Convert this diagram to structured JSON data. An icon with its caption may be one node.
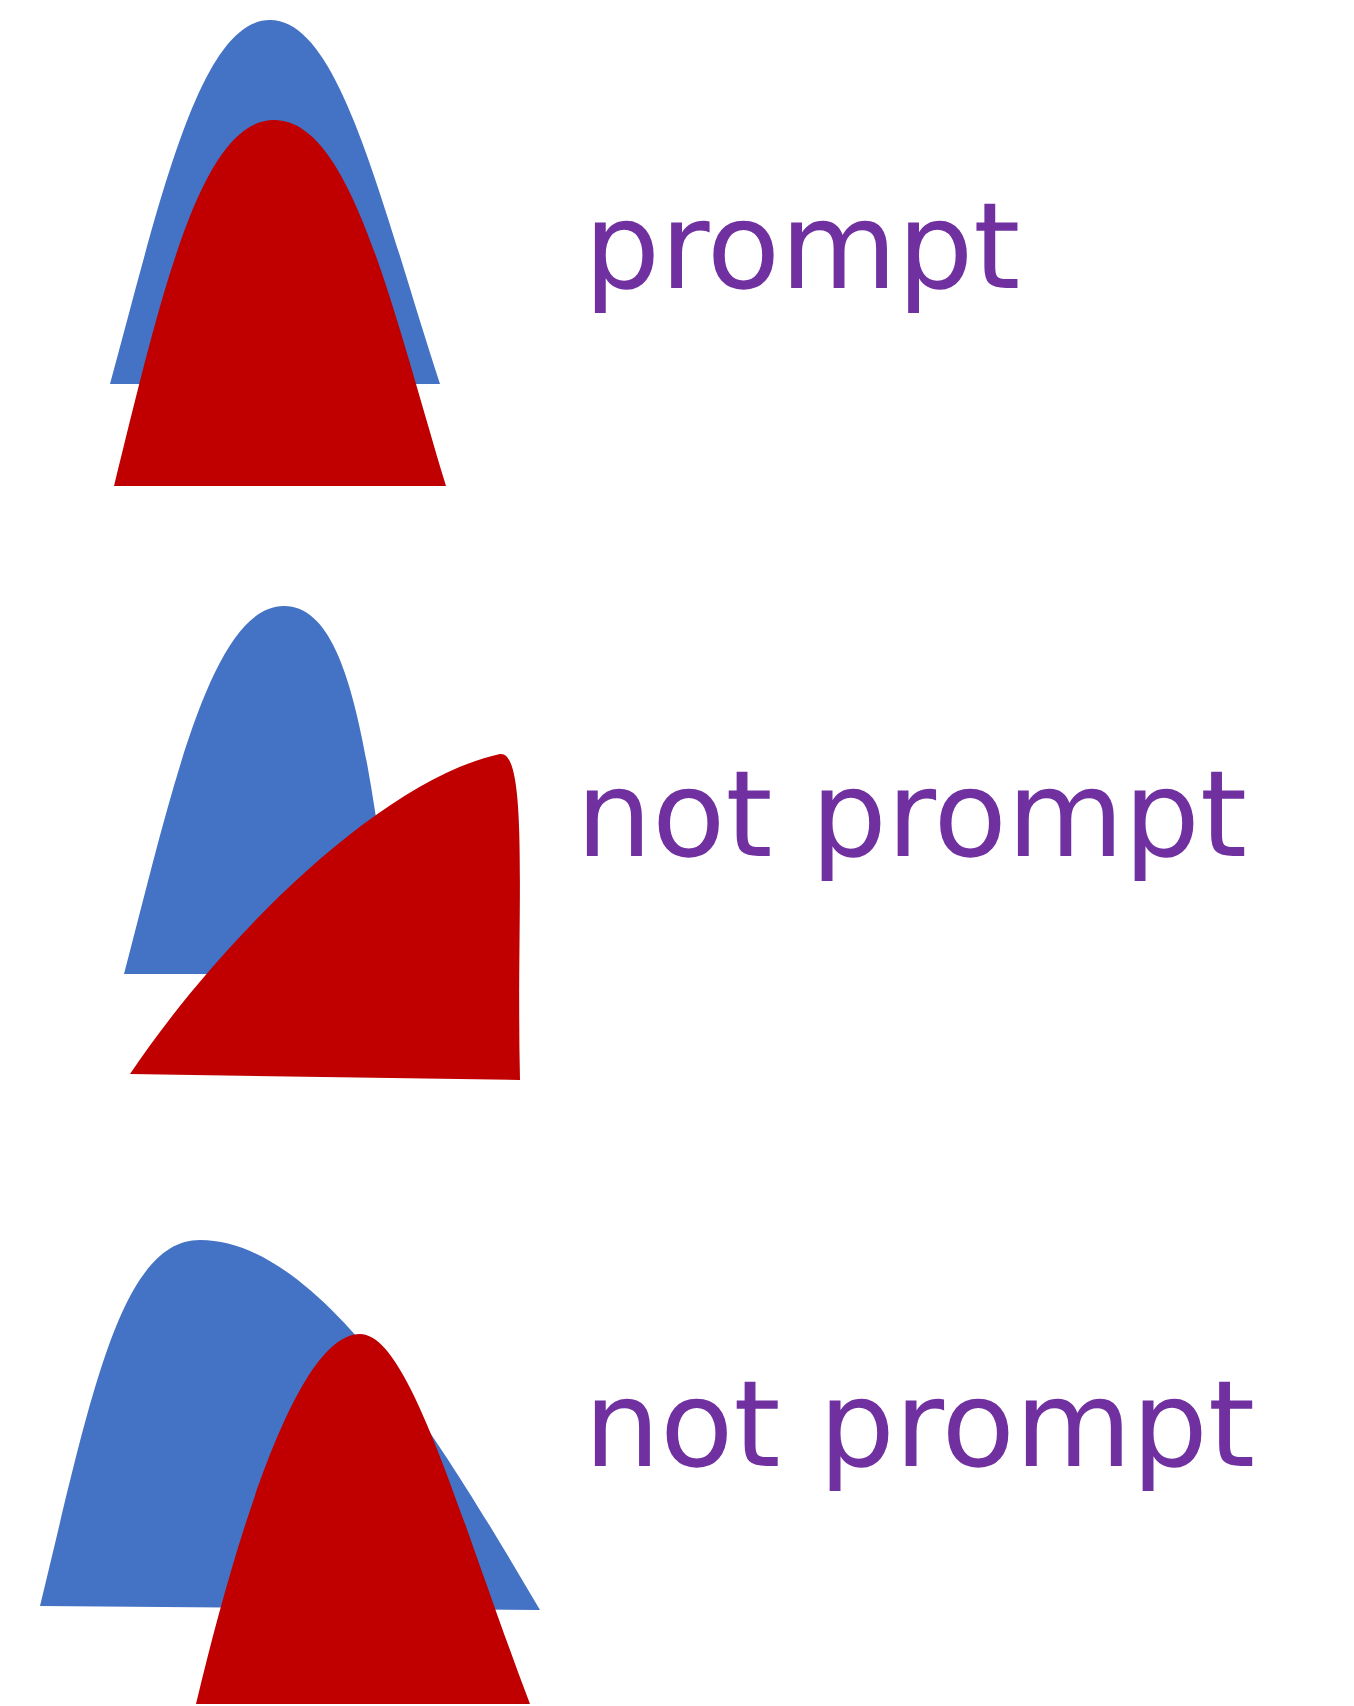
{
  "diagram": {
    "labels": [
      "prompt",
      "not prompt",
      "not prompt"
    ]
  }
}
